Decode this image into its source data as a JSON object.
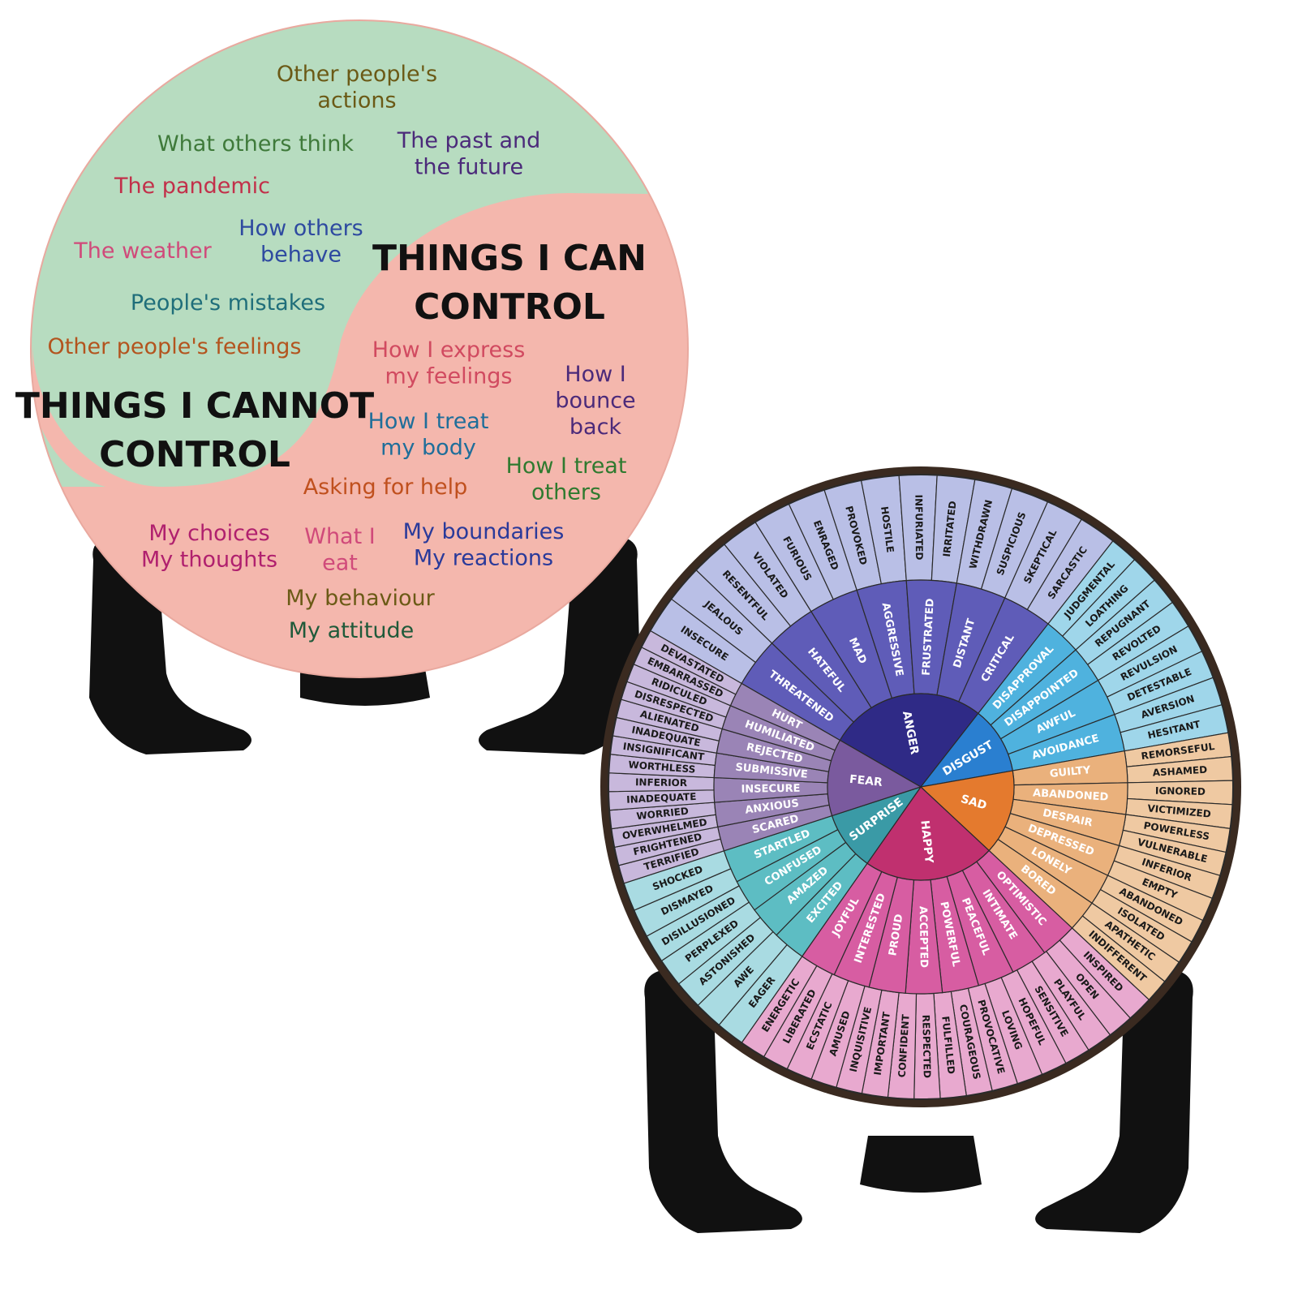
{
  "control_plate": {
    "cannot_heading": [
      "THINGS I CANNOT",
      "CONTROL"
    ],
    "can_heading": [
      "THINGS I CAN",
      "CONTROL"
    ],
    "cannot_items": [
      {
        "lines": [
          "Other people's",
          "actions"
        ],
        "color": "#6b5a16"
      },
      {
        "lines": [
          "What others think"
        ],
        "color": "#3f7a3a"
      },
      {
        "lines": [
          "The past and",
          "the future"
        ],
        "color": "#4b2a7a"
      },
      {
        "lines": [
          "The pandemic"
        ],
        "color": "#c2304a"
      },
      {
        "lines": [
          "How others",
          "behave"
        ],
        "color": "#2e4aa0"
      },
      {
        "lines": [
          "The weather"
        ],
        "color": "#d04a7a"
      },
      {
        "lines": [
          "People's mistakes"
        ],
        "color": "#1f6e7a"
      },
      {
        "lines": [
          "Other people's feelings"
        ],
        "color": "#b3541e"
      }
    ],
    "can_items": [
      {
        "lines": [
          "How I express",
          "my feelings"
        ],
        "color": "#d14a60"
      },
      {
        "lines": [
          "How I",
          "bounce",
          "back"
        ],
        "color": "#4b2a7a"
      },
      {
        "lines": [
          "How I treat",
          "my body"
        ],
        "color": "#1f6e9a"
      },
      {
        "lines": [
          "How I treat",
          "others"
        ],
        "color": "#2f7a2f"
      },
      {
        "lines": [
          "Asking for help"
        ],
        "color": "#c0501e"
      },
      {
        "lines": [
          "My choices",
          "My thoughts"
        ],
        "color": "#b0206e"
      },
      {
        "lines": [
          "What I",
          "eat"
        ],
        "color": "#d04a7a"
      },
      {
        "lines": [
          "My boundaries",
          "My reactions"
        ],
        "color": "#2a3a9a"
      },
      {
        "lines": [
          "My behaviour"
        ],
        "color": "#6b5a16"
      },
      {
        "lines": [
          "My attitude"
        ],
        "color": "#1f5a3a"
      }
    ],
    "colors": {
      "green": "#b7dcc0",
      "pink": "#f4b7ad",
      "stand": "#111111"
    }
  },
  "feelings_wheel": {
    "core": [
      {
        "label": "ANGER",
        "color": "#2f2a86",
        "mid_color": "#5f5cb8",
        "outer_color": "#b9bfe6"
      },
      {
        "label": "DISGUST",
        "color": "#2a7fd0",
        "mid_color": "#4fb2de",
        "outer_color": "#9fd6ea"
      },
      {
        "label": "SAD",
        "color": "#e47a2e",
        "mid_color": "#eab17c",
        "outer_color": "#efc9a2"
      },
      {
        "label": "HAPPY",
        "color": "#c0306f",
        "mid_color": "#d75da2",
        "outer_color": "#e8a9cf"
      },
      {
        "label": "SURPRISE",
        "color": "#3a9aa6",
        "mid_color": "#5dbdc3",
        "outer_color": "#a9dbe2"
      },
      {
        "label": "FEAR",
        "color": "#7a5a9e",
        "mid_color": "#9a84b6",
        "outer_color": "#c8b8dc"
      }
    ],
    "mid": [
      {
        "core": 0,
        "labels": [
          "THREATENED",
          "HATEFUL",
          "MAD",
          "AGGRESSIVE",
          "FRUSTRATED",
          "DISTANT",
          "CRITICAL"
        ]
      },
      {
        "core": 1,
        "labels": [
          "DISAPPROVAL",
          "DISAPPOINTED",
          "AWFUL",
          "AVOIDANCE"
        ]
      },
      {
        "core": 2,
        "labels": [
          "GUILTY",
          "ABANDONED",
          "DESPAIR",
          "DEPRESSED",
          "LONELY",
          "BORED"
        ]
      },
      {
        "core": 3,
        "labels": [
          "OPTIMISTIC",
          "INTIMATE",
          "PEACEFUL",
          "POWERFUL",
          "ACCEPTED",
          "PROUD",
          "INTERESTED",
          "JOYFUL"
        ]
      },
      {
        "core": 4,
        "labels": [
          "EXCITED",
          "AMAZED",
          "CONFUSED",
          "STARTLED"
        ]
      },
      {
        "core": 5,
        "labels": [
          "SCARED",
          "ANXIOUS",
          "INSECURE",
          "SUBMISSIVE",
          "REJECTED",
          "HUMILIATED",
          "HURT"
        ]
      }
    ],
    "outer": [
      {
        "core": 0,
        "labels": [
          "INSECURE",
          "JEALOUS",
          "RESENTFUL",
          "VIOLATED",
          "FURIOUS",
          "ENRAGED",
          "PROVOKED",
          "HOSTILE",
          "INFURIATED",
          "IRRITATED",
          "WITHDRAWN",
          "SUSPICIOUS",
          "SKEPTICAL",
          "SARCASTIC"
        ]
      },
      {
        "core": 1,
        "labels": [
          "JUDGMENTAL",
          "LOATHING",
          "REPUGNANT",
          "REVOLTED",
          "REVULSION",
          "DETESTABLE",
          "AVERSION",
          "HESITANT"
        ]
      },
      {
        "core": 2,
        "labels": [
          "REMORSEFUL",
          "ASHAMED",
          "IGNORED",
          "VICTIMIZED",
          "POWERLESS",
          "VULNERABLE",
          "INFERIOR",
          "EMPTY",
          "ABANDONED",
          "ISOLATED",
          "APATHETIC",
          "INDIFFERENT"
        ]
      },
      {
        "core": 3,
        "labels": [
          "INSPIRED",
          "OPEN",
          "PLAYFUL",
          "SENSITIVE",
          "HOPEFUL",
          "LOVING",
          "PROVOCATIVE",
          "COURAGEOUS",
          "FULFILLED",
          "RESPECTED",
          "CONFIDENT",
          "IMPORTANT",
          "INQUISITIVE",
          "AMUSED",
          "ECSTATIC",
          "LIBERATED",
          "ENERGETIC"
        ]
      },
      {
        "core": 4,
        "labels": [
          "EAGER",
          "AWE",
          "ASTONISHED",
          "PERPLEXED",
          "DISILLUSIONED",
          "DISMAYED",
          "SHOCKED"
        ]
      },
      {
        "core": 5,
        "labels": [
          "TERRIFIED",
          "FRIGHTENED",
          "OVERWHELMED",
          "WORRIED",
          "INADEQUATE",
          "INFERIOR",
          "WORTHLESS",
          "INSIGNIFICANT",
          "INADEQUATE",
          "ALIENATED",
          "DISRESPECTED",
          "RIDICULED",
          "EMBARRASSED",
          "DEVASTATED"
        ]
      }
    ]
  }
}
